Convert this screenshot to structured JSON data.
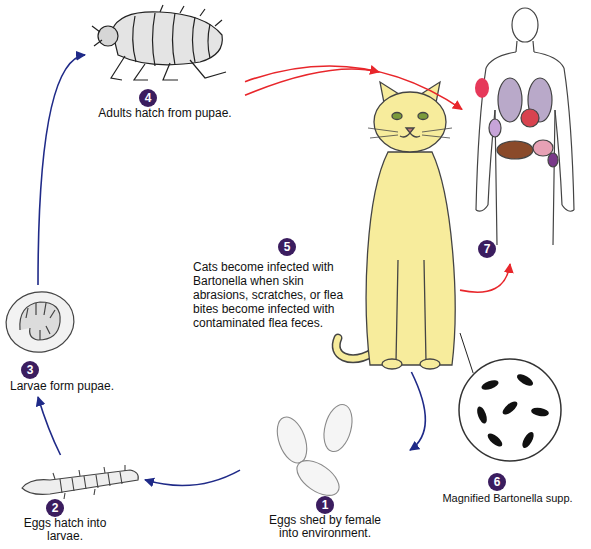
{
  "diagram": {
    "nodes": [
      {
        "text": [
          "1",
          "Eggs shed by female into environment."
        ]
      },
      {
        "text": [
          "2",
          "Eggs hatch into larvae."
        ]
      },
      {
        "text": [
          "3",
          "Larvae form pupae."
        ]
      },
      {
        "text": [
          "4",
          "Adults hatch from pupae."
        ]
      },
      {
        "text": [
          "5",
          "Cats become infected with Bartonella when skin abrasions, scratches, or flea bites become infected with contaminated flea feces."
        ]
      },
      {
        "text": [
          "6",
          "Magnified Bartonella supp."
        ]
      },
      {
        "text": [
          "7"
        ]
      }
    ],
    "edges": [
      {
        "from": 0,
        "to": 1,
        "arrow": "to"
      },
      {
        "from": 1,
        "to": 2,
        "arrow": "to"
      },
      {
        "from": 2,
        "to": 3,
        "arrow": "to"
      },
      {
        "from": 3,
        "to": 6,
        "arrow": "to"
      },
      {
        "from": 3,
        "to": 4,
        "arrow": "to"
      },
      {
        "from": 4,
        "to": 6,
        "arrow": "to"
      },
      {
        "from": 4,
        "to": 0,
        "arrow": "to"
      },
      {
        "from": 4,
        "to": 5,
        "arrow": "none"
      }
    ]
  }
}
